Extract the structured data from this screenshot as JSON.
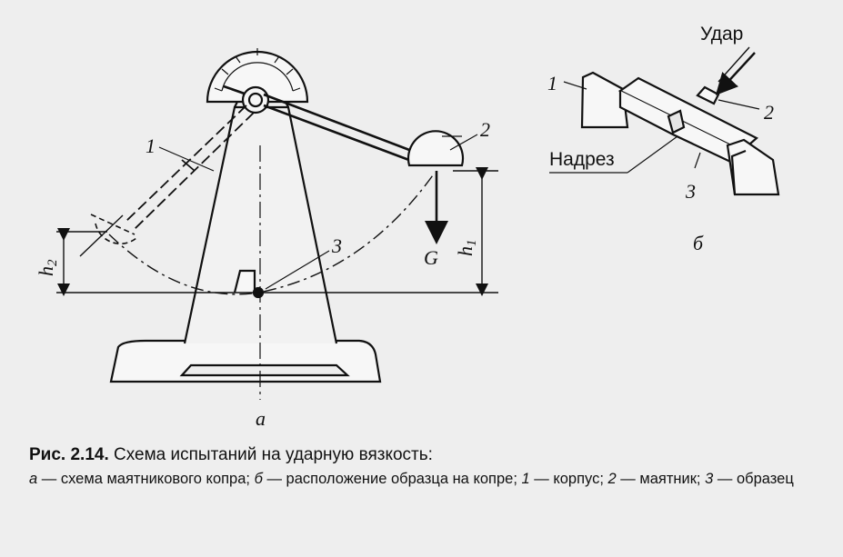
{
  "figure": {
    "part_a": {
      "label": "a",
      "markers": {
        "body": "1",
        "pendulum": "2",
        "sample": "3"
      },
      "force": "G",
      "height_drop": "h",
      "height_drop_index": "1",
      "height_rise": "h",
      "height_rise_index": "2"
    },
    "part_b": {
      "label": "б",
      "impact": "Удар",
      "notch": "Надрез",
      "markers": {
        "support": "1",
        "striker": "2",
        "sample": "3"
      }
    }
  },
  "caption": {
    "number": "Рис. 2.14.",
    "title": "Схема испытаний на ударную вязкость:",
    "a_letter": "а",
    "a_text": " — схема маятникового копра; ",
    "b_letter": "б",
    "b_text": " — расположение образца на копре; ",
    "n1": "1",
    "n1_text": " — корпус; ",
    "n2": "2",
    "n2_text": " — маятник; ",
    "n3": "3",
    "n3_text": " — образец"
  }
}
